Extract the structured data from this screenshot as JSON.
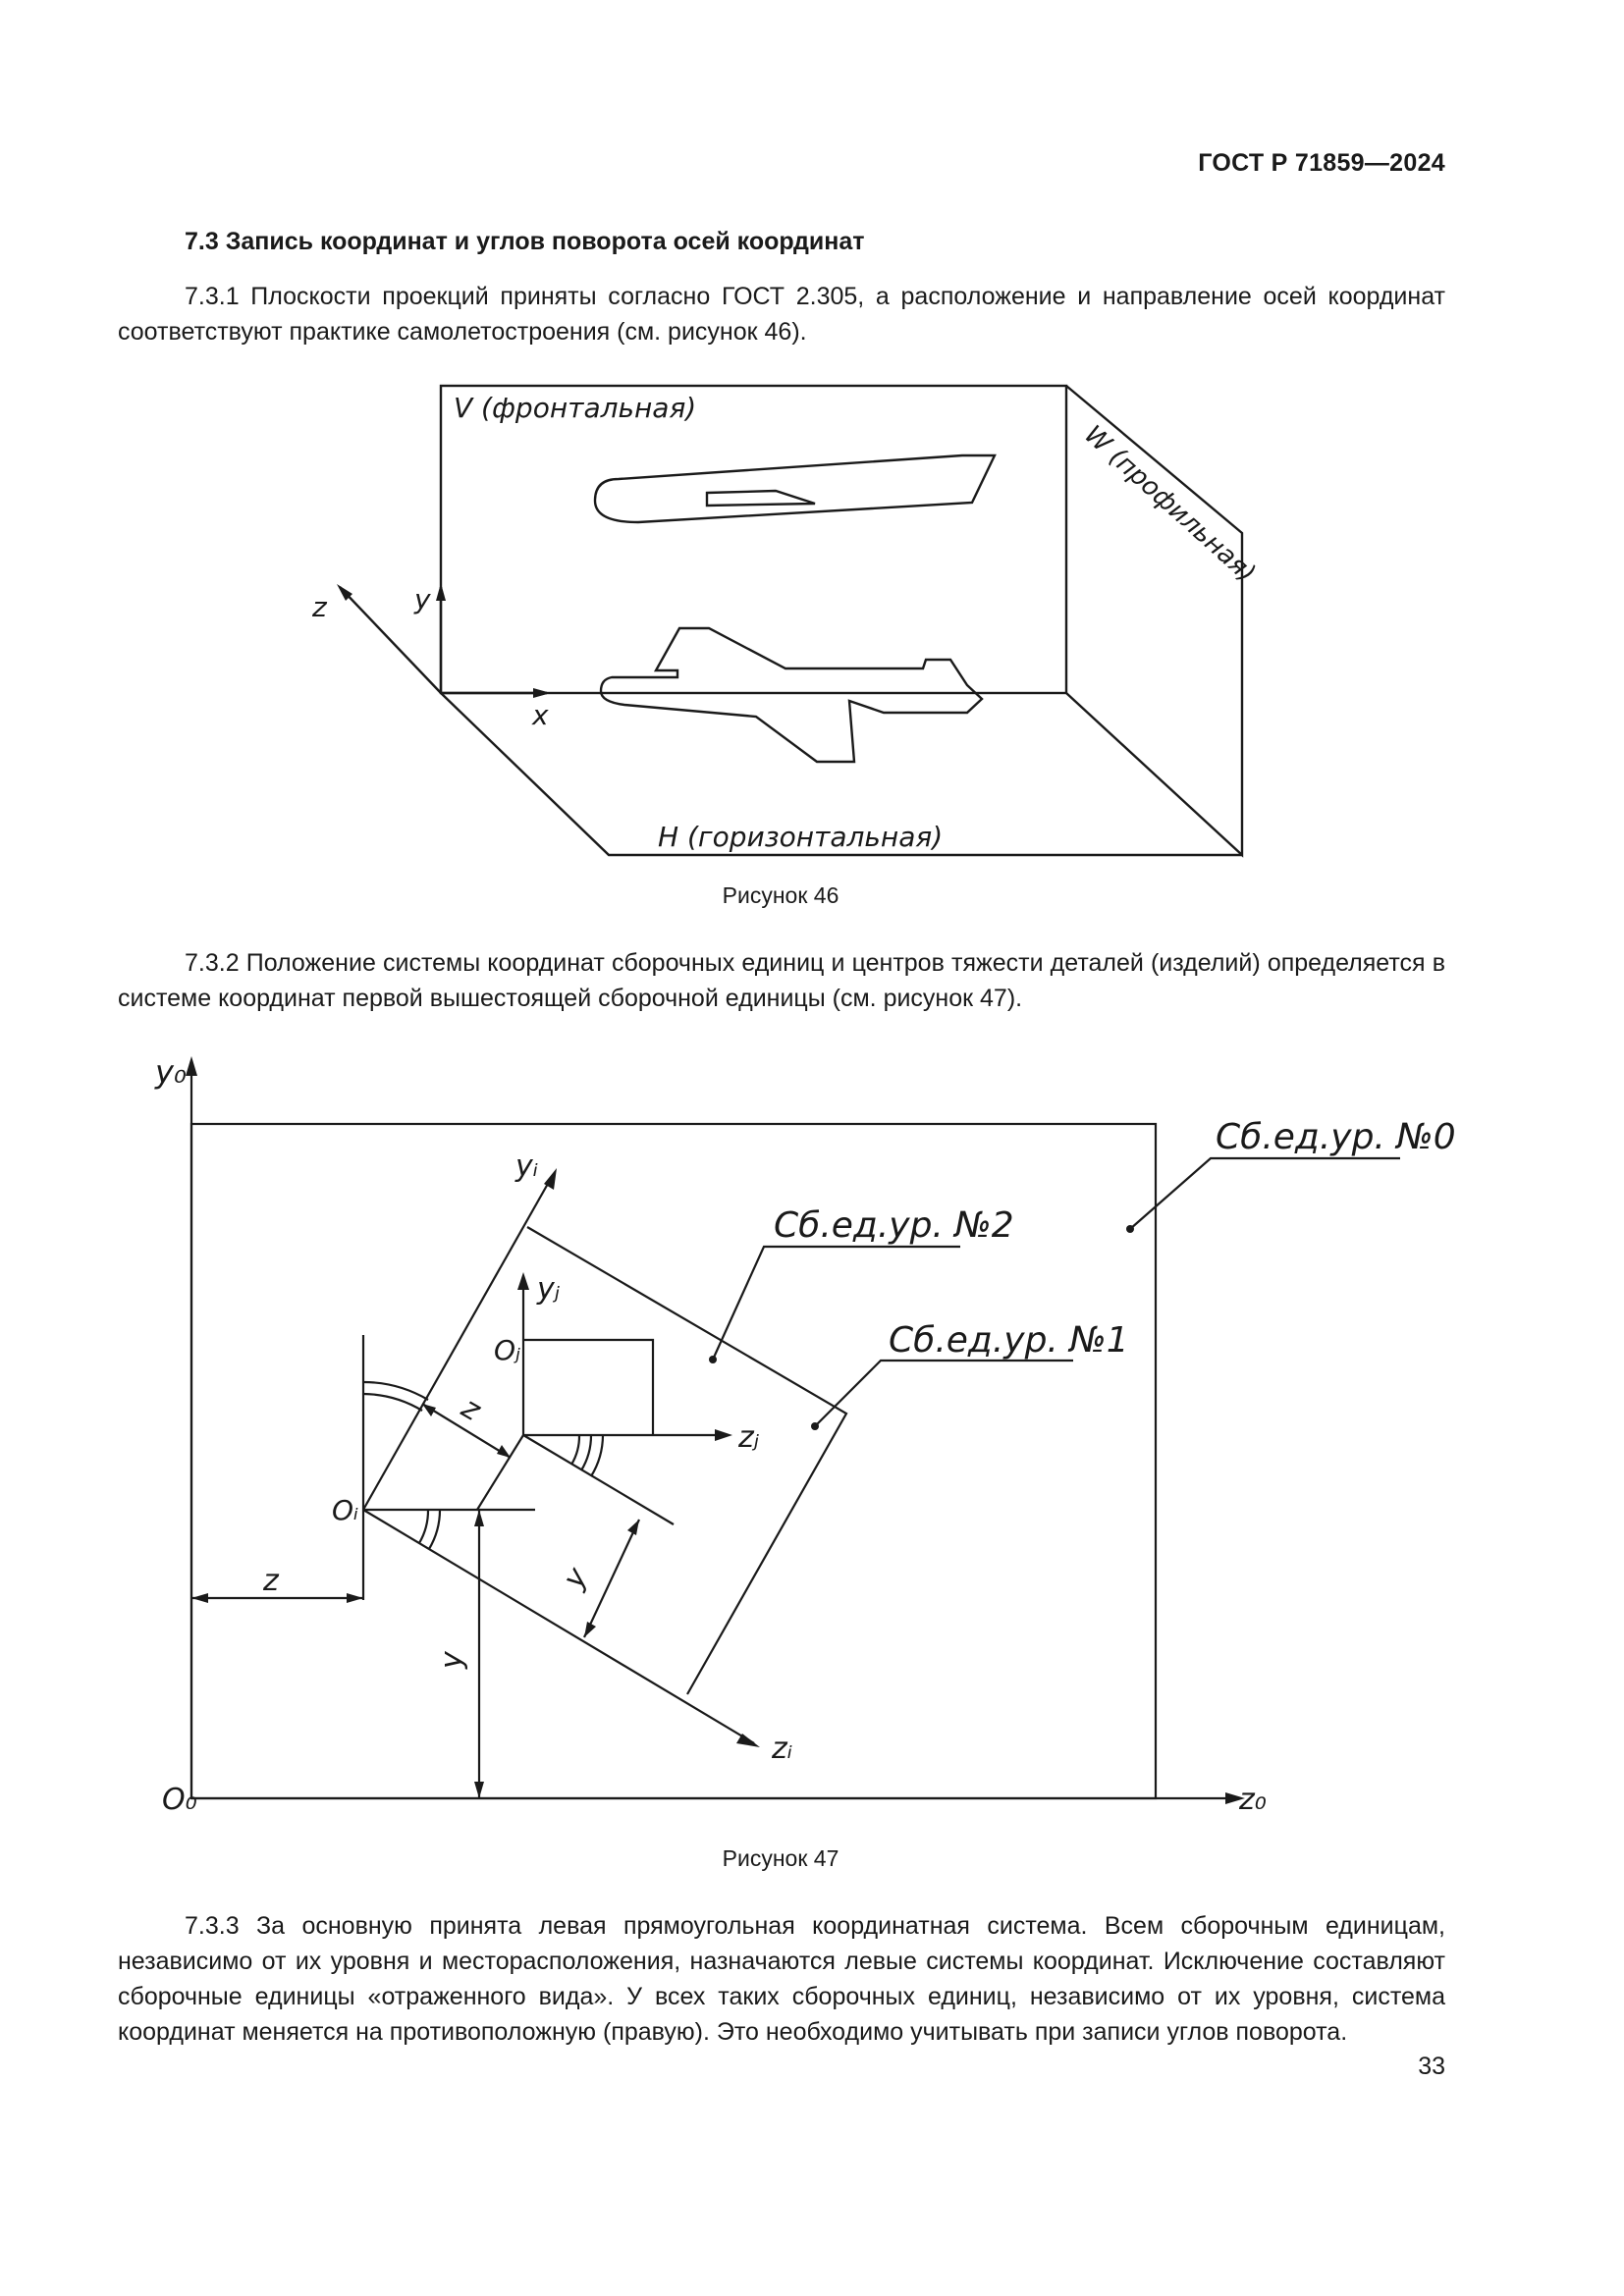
{
  "header": {
    "standard": "ГОСТ Р 71859—2024"
  },
  "section": {
    "title": "7.3 Запись координат и углов поворота осей координат"
  },
  "paragraphs": {
    "p731": "7.3.1 Плоскости проекций приняты согласно ГОСТ 2.305, а расположение и направление осей координат соответствуют практике самолетостроения (см. рисунок 46).",
    "p732": "7.3.2 Положение системы координат сборочных единиц и центров тяжести деталей (изделий) определяется в системе координат первой вышестоящей сборочной единицы (см. рисунок 47).",
    "p733": "7.3.3 За основную принята левая прямоугольная координатная система. Всем сборочным единицам, независимо от их уровня и месторасположения, назначаются левые системы координат. Исключение составляют сборочные единицы «отраженного вида». У всех таких сборочных единиц, независимо от их уровня, система координат меняется на противоположную (правую). Это необходимо учитывать при записи углов поворота."
  },
  "figure46": {
    "caption": "Рисунок 46",
    "label_v": "V (фронтальная)",
    "label_w": "W (профильная)",
    "label_h": "H (горизонтальная)",
    "axis_x": "x",
    "axis_y": "y",
    "axis_z": "z"
  },
  "figure47": {
    "caption": "Рисунок 47",
    "label_level0": "Сб.ед.ур. №0",
    "label_level1": "Сб.ед.ур. №1",
    "label_level2": "Сб.ед.ур. №2",
    "axis_y0": "y₀",
    "axis_z0": "z₀",
    "origin_o0": "O₀",
    "axis_yi": "yᵢ",
    "axis_zi": "zᵢ",
    "origin_oi": "Oᵢ",
    "axis_yj": "yⱼ",
    "axis_zj": "zⱼ",
    "origin_oj": "Oⱼ",
    "dim_z_outer": "z",
    "dim_y_outer": "y",
    "dim_z_inner": "z",
    "dim_y_inner": "y"
  },
  "page_number": "33"
}
